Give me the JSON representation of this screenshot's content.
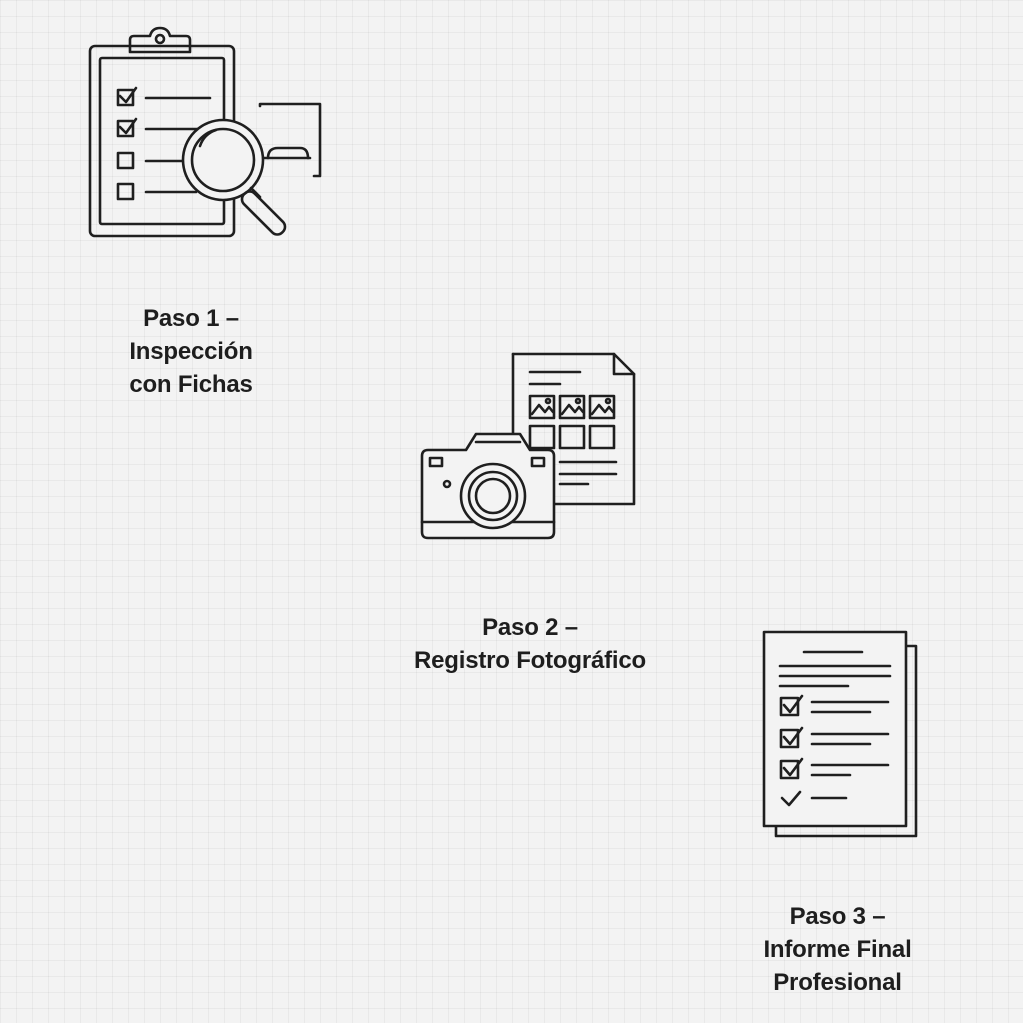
{
  "steps": [
    {
      "id": "step-1",
      "title": "Paso 1 –",
      "line1": "Inspección",
      "line2": "con Fichas",
      "icon": "clipboard-magnifier-icon"
    },
    {
      "id": "step-2",
      "title": "Paso 2 –",
      "line1": "Registro Fotográfico",
      "line2": "",
      "icon": "camera-document-icon"
    },
    {
      "id": "step-3",
      "title": "Paso 3 –",
      "line1": "Informe Final",
      "line2": "Profesional",
      "icon": "report-checklist-icon"
    }
  ],
  "colors": {
    "background": "#f3f3f3",
    "ink": "#1f1f1f"
  }
}
